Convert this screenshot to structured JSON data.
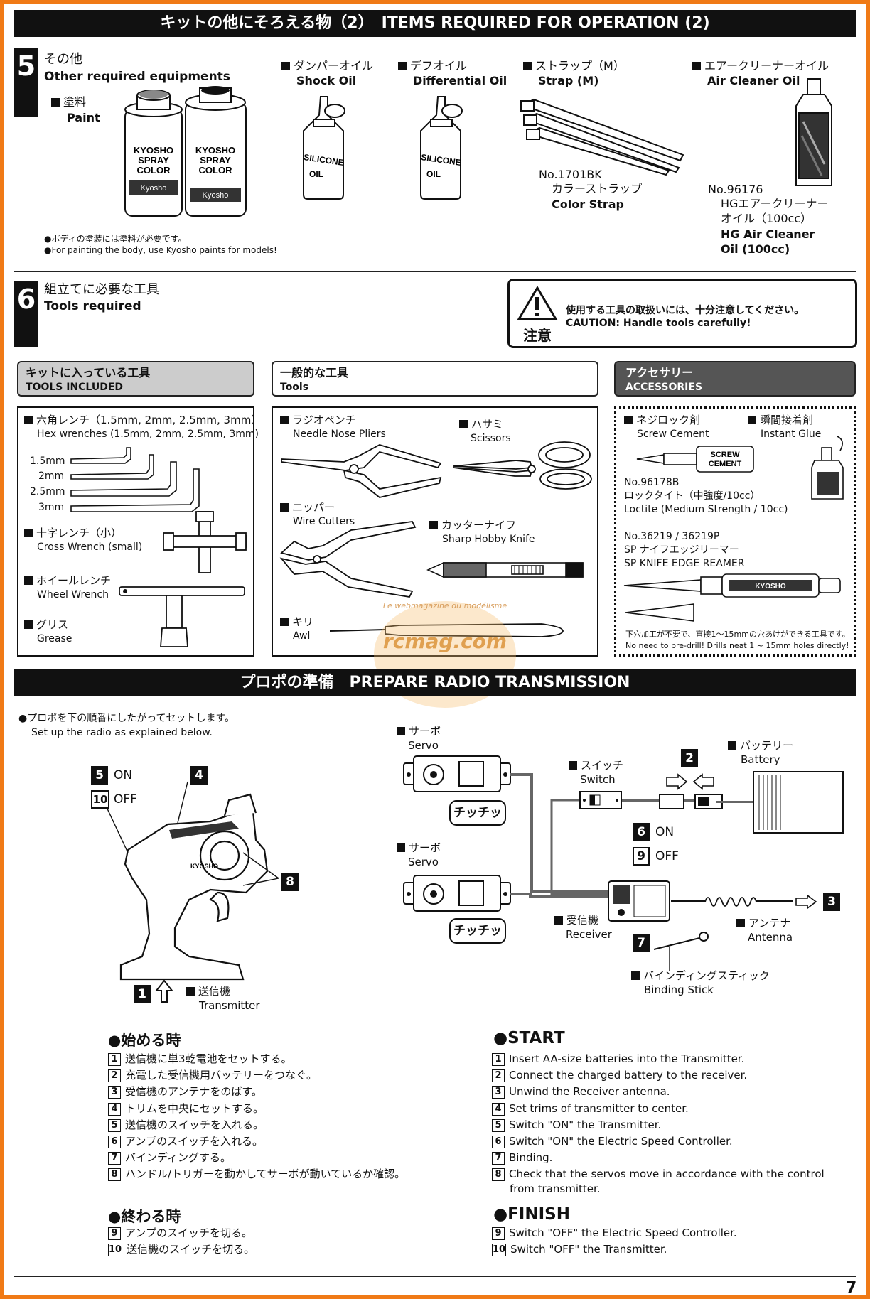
{
  "header_bar": {
    "text": "キットの他にそろえる物（2）　ITEMS REQUIRED FOR OPERATION (2)"
  },
  "section5": {
    "number": "5",
    "title_jp": "その他",
    "title_en": "Other required equipments",
    "paint": {
      "jp": "塗料",
      "en": "Paint",
      "note_jp": "●ボディの塗装には塗料が必要です。",
      "note_en": "●For painting the body, use Kyosho paints for models!",
      "can_text_1": "KYOSHO",
      "can_text_2": "SPRAY",
      "can_text_3": "COLOR",
      "can_brand": "Kyosho"
    },
    "shock_oil": {
      "jp": "ダンパーオイル",
      "en": "Shock Oil",
      "bottle_1": "SILICONE",
      "bottle_2": "OIL"
    },
    "diff_oil": {
      "jp": "デフオイル",
      "en": "Differential Oil",
      "bottle_1": "SILICONE",
      "bottle_2": "OIL"
    },
    "strap": {
      "jp": "ストラップ（M）",
      "en": "Strap (M)",
      "part_no": "No.1701BK",
      "name_jp": "カラーストラップ",
      "name_en": "Color Strap"
    },
    "air_cleaner": {
      "jp": "エアークリーナーオイル",
      "en": "Air Cleaner Oil",
      "part_no": "No.96176",
      "name_jp_1": "HGエアークリーナー",
      "name_jp_2": "オイル（100cc）",
      "name_en_1": "HG Air Cleaner",
      "name_en_2": "Oil (100cc)"
    }
  },
  "section6": {
    "number": "6",
    "title_jp": "組立てに必要な工具",
    "title_en": "Tools required",
    "caution_jp": "使用する工具の取扱いには、十分注意してください。",
    "caution_en": "CAUTION: Handle tools carefully!",
    "caution_label": "注意",
    "included": {
      "title_jp": "キットに入っている工具",
      "title_en": "TOOLS INCLUDED",
      "hex_jp": "六角レンチ（1.5mm, 2mm, 2.5mm, 3mm）",
      "hex_en": "Hex wrenches (1.5mm, 2mm, 2.5mm, 3mm)",
      "sizes": [
        "1.5mm",
        "2mm",
        "2.5mm",
        "3mm"
      ],
      "cross_jp": "十字レンチ（小）",
      "cross_en": "Cross Wrench (small)",
      "wheel_jp": "ホイールレンチ",
      "wheel_en": "Wheel Wrench",
      "grease_jp": "グリス",
      "grease_en": "Grease"
    },
    "general": {
      "title_jp": "一般的な工具",
      "title_en": "Tools",
      "pliers_jp": "ラジオペンチ",
      "pliers_en": "Needle Nose Pliers",
      "scissors_jp": "ハサミ",
      "scissors_en": "Scissors",
      "cutters_jp": "ニッパー",
      "cutters_en": "Wire Cutters",
      "knife_jp": "カッターナイフ",
      "knife_en": "Sharp Hobby Knife",
      "awl_jp": "キリ",
      "awl_en": "Awl"
    },
    "accessories": {
      "title_jp": "アクセサリー",
      "title_en": "ACCESSORIES",
      "cement_jp": "ネジロック剤",
      "cement_en": "Screw Cement",
      "glue_jp": "瞬間接着剤",
      "glue_en": "Instant Glue",
      "cement_label_1": "SCREW",
      "cement_label_2": "CEMENT",
      "loctite_no": "No.96178B",
      "loctite_jp": "ロックタイト（中強度/10cc）",
      "loctite_en": "Loctite (Medium Strength / 10cc)",
      "reamer_no": "No.36219 / 36219P",
      "reamer_jp": "SP ナイフエッジリーマー",
      "reamer_en": "SP KNIFE EDGE REAMER",
      "reamer_brand": "KYOSHO",
      "note_jp": "下穴加工が不要で、直接1～15mmの穴あけができる工具です。",
      "note_en": "No need to pre-drill!  Drills neat 1 ~ 15mm holes directly!"
    }
  },
  "watermark": {
    "line1": "Le webmagazine du modélisme",
    "line2": "rcmag.com"
  },
  "radio_bar": {
    "text": "プロポの準備　PREPARE RADIO TRANSMISSION"
  },
  "radio": {
    "intro_jp": "●プロポを下の順番にしたがってセットします。",
    "intro_en": "Set up the radio as explained below.",
    "on": "ON",
    "off": "OFF",
    "servo_jp": "サーボ",
    "servo_en": "Servo",
    "chichi": "チッチッ",
    "switch_jp": "スイッチ",
    "switch_en": "Switch",
    "battery_jp": "バッテリー",
    "battery_en": "Battery",
    "receiver_jp": "受信機",
    "receiver_en": "Receiver",
    "antenna_jp": "アンテナ",
    "antenna_en": "Antenna",
    "binding_jp": "バインディングスティック",
    "binding_en": "Binding Stick",
    "transmitter_jp": "送信機",
    "transmitter_en": "Transmitter",
    "brand": "KYOSHO",
    "callouts": {
      "c1": "1",
      "c2": "2",
      "c3": "3",
      "c4": "4",
      "c5": "5",
      "c6": "6",
      "c7": "7",
      "c8": "8",
      "c9": "9",
      "c10": "10"
    }
  },
  "start": {
    "title_jp": "●始める時",
    "title_en": "●START",
    "steps": [
      {
        "n": "1",
        "jp": "送信機に単3乾電池をセットする。",
        "en": "Insert AA-size batteries into the Transmitter."
      },
      {
        "n": "2",
        "jp": "充電した受信機用バッテリーをつなぐ。",
        "en": "Connect the charged battery to the receiver."
      },
      {
        "n": "3",
        "jp": "受信機のアンテナをのばす。",
        "en": "Unwind the Receiver antenna."
      },
      {
        "n": "4",
        "jp": "トリムを中央にセットする。",
        "en": "Set trims of transmitter to center."
      },
      {
        "n": "5",
        "jp": "送信機のスイッチを入れる。",
        "en": "Switch \"ON\" the Transmitter."
      },
      {
        "n": "6",
        "jp": "アンプのスイッチを入れる。",
        "en": "Switch \"ON\" the Electric Speed Controller."
      },
      {
        "n": "7",
        "jp": "バインディングする。",
        "en": "Binding."
      },
      {
        "n": "8",
        "jp": "ハンドル/トリガーを動かしてサーボが動いているか確認。",
        "en": "Check that the servos move in accordance with the control",
        "en2": "from transmitter."
      }
    ]
  },
  "finish": {
    "title_jp": "●終わる時",
    "title_en": "●FINISH",
    "steps": [
      {
        "n": "9",
        "jp": "アンプのスイッチを切る。",
        "en": "Switch \"OFF\" the Electric Speed Controller."
      },
      {
        "n": "10",
        "jp": "送信機のスイッチを切る。",
        "en": "Switch \"OFF\" the Transmitter."
      }
    ]
  },
  "page_number": "7"
}
